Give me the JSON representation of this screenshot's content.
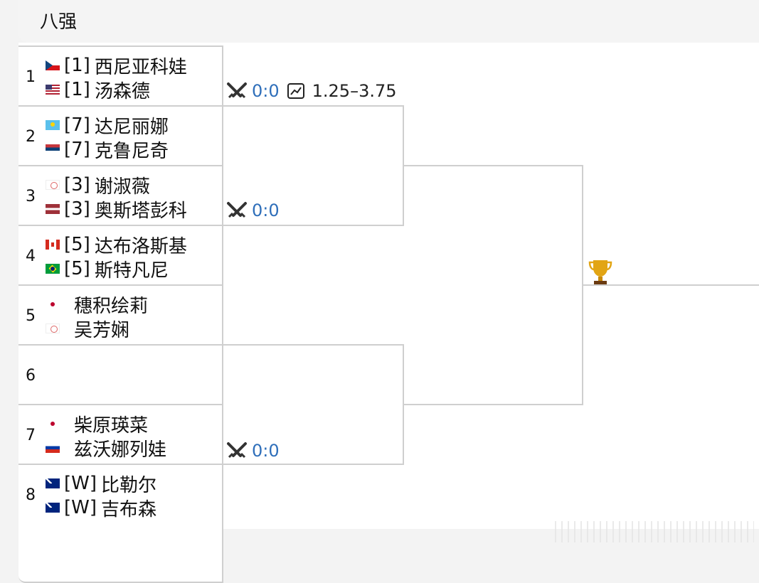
{
  "header": {
    "title": "八强"
  },
  "slots": [
    {
      "num": "1",
      "players": [
        {
          "flag": "cz",
          "seed": "[1]",
          "name": "西尼亚科娃"
        },
        {
          "flag": "us",
          "seed": "[1]",
          "name": "汤森德"
        }
      ]
    },
    {
      "num": "2",
      "players": [
        {
          "flag": "kz",
          "seed": "[7]",
          "name": "达尼丽娜"
        },
        {
          "flag": "rs",
          "seed": "[7]",
          "name": "克鲁尼奇"
        }
      ]
    },
    {
      "num": "3",
      "players": [
        {
          "flag": "tw",
          "seed": "[3]",
          "name": "谢淑薇"
        },
        {
          "flag": "lv",
          "seed": "[3]",
          "name": "奥斯塔彭科"
        }
      ]
    },
    {
      "num": "4",
      "players": [
        {
          "flag": "ca",
          "seed": "[5]",
          "name": "达布洛斯基"
        },
        {
          "flag": "br",
          "seed": "[5]",
          "name": "斯特凡尼"
        }
      ]
    },
    {
      "num": "5",
      "players": [
        {
          "flag": "jp",
          "seed": "",
          "name": "穗积绘莉"
        },
        {
          "flag": "tw",
          "seed": "",
          "name": "吴芳娴"
        }
      ]
    },
    {
      "num": "6",
      "players": []
    },
    {
      "num": "7",
      "players": [
        {
          "flag": "jp",
          "seed": "",
          "name": "柴原瑛菜"
        },
        {
          "flag": "ru",
          "seed": "",
          "name": "兹沃娜列娃"
        }
      ]
    },
    {
      "num": "8",
      "players": [
        {
          "flag": "au",
          "seed": "[W]",
          "name": "比勒尔"
        },
        {
          "flag": "au",
          "seed": "[W]",
          "name": "吉布森"
        }
      ]
    }
  ],
  "matches": [
    {
      "score": "0:0",
      "odds": "1.25–3.75"
    },
    {
      "score": "0:0"
    },
    {
      "score": "0:0"
    }
  ],
  "icons": {
    "match": "crossed-swords-icon",
    "odds": "chart-icon",
    "trophy": "trophy-icon"
  },
  "colors": {
    "score": "#2f6fba",
    "line": "#cfcfcf"
  }
}
